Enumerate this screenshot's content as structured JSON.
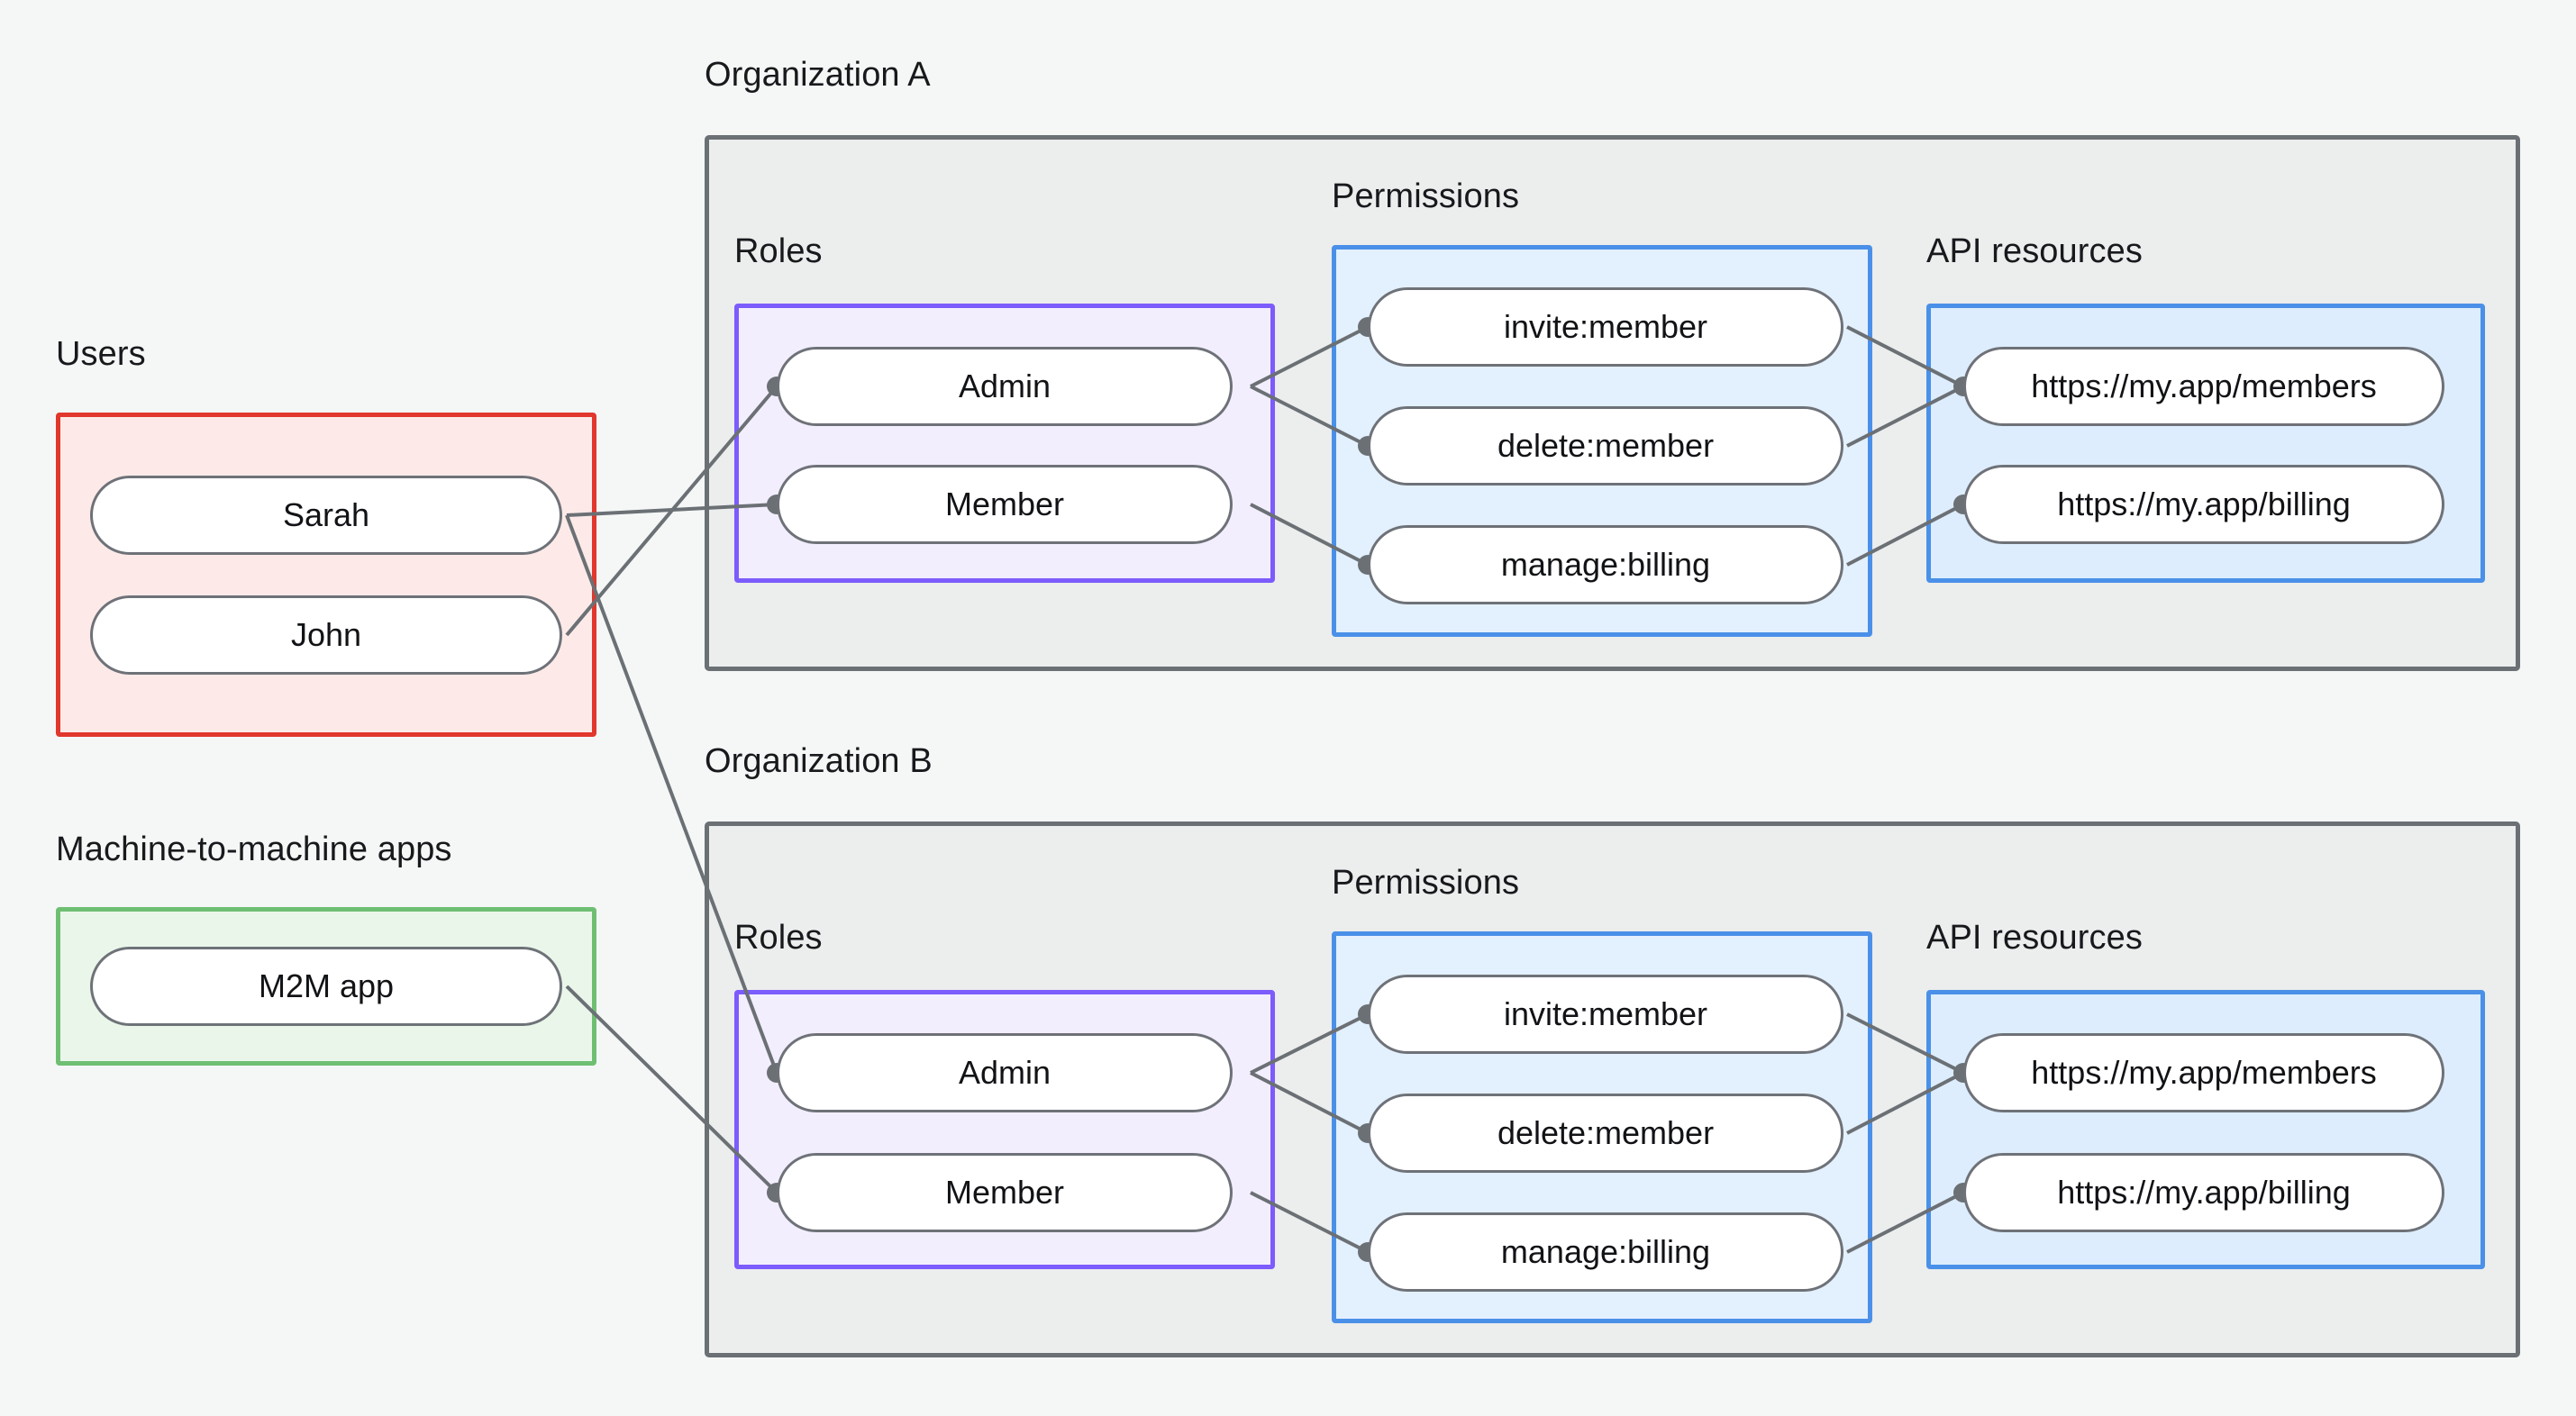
{
  "diagram": {
    "title_present": false,
    "colors": {
      "page_background": "#f5f7f6",
      "org_border": "#6b7075",
      "org_fill": "#eceded",
      "users_border": "#e1372c",
      "users_fill": "#fdeae8",
      "m2m_border": "#6fbf73",
      "m2m_fill": "#eaf6ea",
      "roles_border": "#7c5cfc",
      "roles_fill": "#f3eefe",
      "permissions_border": "#4a90e8",
      "permissions_fill": "#e3f0fd",
      "api_resources_border": "#4a90e8",
      "api_resources_fill": "#ddedfd",
      "node_border": "#6e7278",
      "node_fill": "#ffffff",
      "edge": "#6b7075",
      "text": "#17191c"
    },
    "groups": {
      "users": {
        "label": "Users",
        "items": [
          "Sarah",
          "John"
        ]
      },
      "m2m": {
        "label": "Machine-to-machine apps",
        "items": [
          "M2M app"
        ]
      },
      "org_a": {
        "label": "Organization A",
        "roles": {
          "label": "Roles",
          "items": [
            "Admin",
            "Member"
          ]
        },
        "permissions": {
          "label": "Permissions",
          "items": [
            "invite:member",
            "delete:member",
            "manage:billing"
          ]
        },
        "api_resources": {
          "label": "API resources",
          "items": [
            "https://my.app/members",
            "https://my.app/billing"
          ]
        }
      },
      "org_b": {
        "label": "Organization B",
        "roles": {
          "label": "Roles",
          "items": [
            "Admin",
            "Member"
          ]
        },
        "permissions": {
          "label": "Permissions",
          "items": [
            "invite:member",
            "delete:member",
            "manage:billing"
          ]
        },
        "api_resources": {
          "label": "API resources",
          "items": [
            "https://my.app/members",
            "https://my.app/billing"
          ]
        }
      }
    },
    "connections": [
      {
        "from": "Sarah",
        "to": "Organization A / Member"
      },
      {
        "from": "Sarah",
        "to": "Organization B / Admin"
      },
      {
        "from": "John",
        "to": "Organization A / Admin"
      },
      {
        "from": "M2M app",
        "to": "Organization B / Member"
      },
      {
        "from": "Organization A / Admin",
        "to": "Organization A / invite:member"
      },
      {
        "from": "Organization A / Admin",
        "to": "Organization A / delete:member"
      },
      {
        "from": "Organization A / Member",
        "to": "Organization A / manage:billing"
      },
      {
        "from": "Organization A / invite:member",
        "to": "Organization A / https://my.app/members"
      },
      {
        "from": "Organization A / delete:member",
        "to": "Organization A / https://my.app/members"
      },
      {
        "from": "Organization A / manage:billing",
        "to": "Organization A / https://my.app/billing"
      },
      {
        "from": "Organization B / Admin",
        "to": "Organization B / invite:member"
      },
      {
        "from": "Organization B / Admin",
        "to": "Organization B / delete:member"
      },
      {
        "from": "Organization B / Member",
        "to": "Organization B / manage:billing"
      },
      {
        "from": "Organization B / invite:member",
        "to": "Organization B / https://my.app/members"
      },
      {
        "from": "Organization B / delete:member",
        "to": "Organization B / https://my.app/members"
      },
      {
        "from": "Organization B / manage:billing",
        "to": "Organization B / https://my.app/billing"
      }
    ]
  }
}
